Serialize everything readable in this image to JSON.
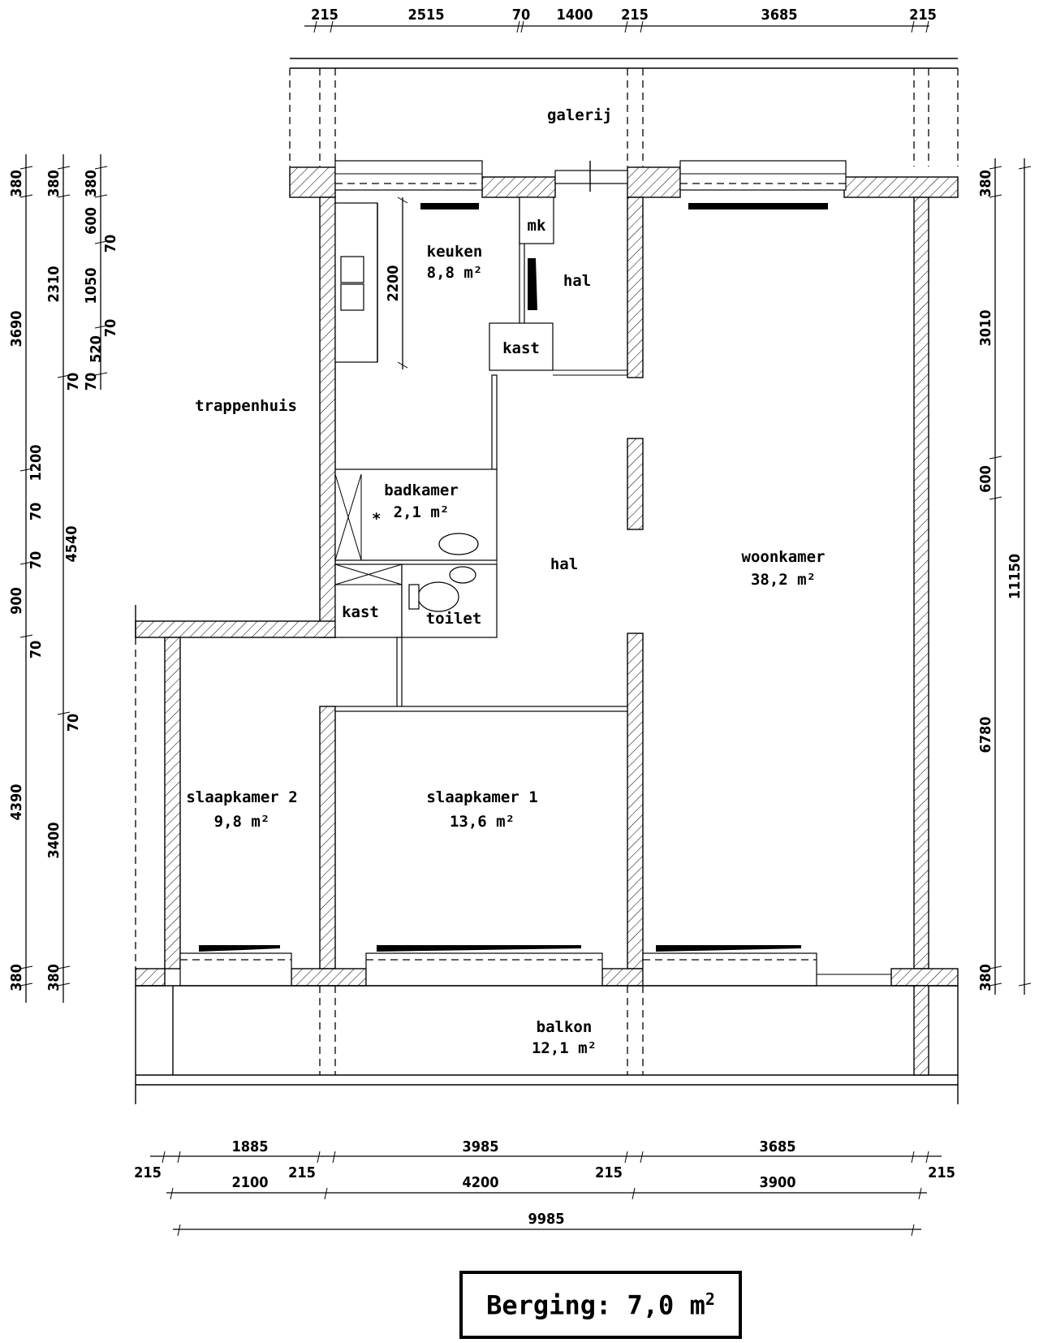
{
  "drawing": {
    "type": "floor plan",
    "units": "mm"
  },
  "rooms": [
    {
      "id": "galerij",
      "name": "galerij",
      "area": ""
    },
    {
      "id": "keuken",
      "name": "keuken",
      "area": "8,8 m²"
    },
    {
      "id": "mk",
      "name": "mk",
      "area": ""
    },
    {
      "id": "hal-top",
      "name": "hal",
      "area": ""
    },
    {
      "id": "kast-top",
      "name": "kast",
      "area": ""
    },
    {
      "id": "trappenhuis",
      "name": "trappenhuis",
      "area": ""
    },
    {
      "id": "badkamer",
      "name": "badkamer",
      "area": "2,1 m²"
    },
    {
      "id": "hal",
      "name": "hal",
      "area": ""
    },
    {
      "id": "kast-bottom",
      "name": "kast",
      "area": ""
    },
    {
      "id": "toilet",
      "name": "toilet",
      "area": ""
    },
    {
      "id": "woonkamer",
      "name": "woonkamer",
      "area": "38,2 m²"
    },
    {
      "id": "slaapkamer2",
      "name": "slaapkamer 2",
      "area": "9,8 m²"
    },
    {
      "id": "slaapkamer1",
      "name": "slaapkamer 1",
      "area": "13,6 m²"
    },
    {
      "id": "balkon",
      "name": "balkon",
      "area": "12,1 m²"
    }
  ],
  "dimensions": {
    "top": [
      "215",
      "2515",
      "70",
      "1400",
      "215",
      "3685",
      "215"
    ],
    "bottom_row1": [
      "215",
      "1885",
      "215",
      "3985",
      "215",
      "3685",
      "215"
    ],
    "bottom_row2": [
      "2100",
      "4200",
      "3900"
    ],
    "bottom_total": "9985",
    "left_col1": [
      "380",
      "3690",
      "4390",
      "380"
    ],
    "left_col2": [
      "380",
      "2310",
      "70",
      "70",
      "4540",
      "70",
      "3400",
      "380"
    ],
    "left_col3": [
      "380",
      "600",
      "70",
      "1050",
      "70",
      "520",
      "70",
      "70",
      "1200",
      "70",
      "900",
      "70"
    ],
    "right_col1": [
      "380",
      "3010",
      "600",
      "6780",
      "380"
    ],
    "right_total": "11150",
    "kitchen_depth": "2200"
  },
  "berging": {
    "label": "Berging: 7,0 m",
    "sup": "2"
  }
}
